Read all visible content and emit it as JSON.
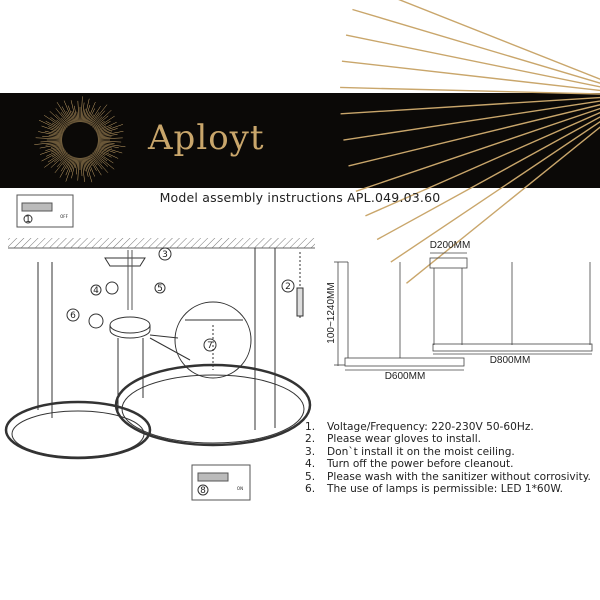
{
  "banner": {
    "brand": "Aployt",
    "background": "#0b0907",
    "accent": "#c9a66b"
  },
  "title": "Model assembly instructions APL.049.03.60",
  "steps": {
    "s1": "1",
    "s2": "2",
    "s3": "3",
    "s4": "4",
    "s5": "5",
    "s6": "6",
    "s7": "7",
    "s8": "8",
    "off": "OFF",
    "on": "ON"
  },
  "dimensions": {
    "canopy": "D200MM",
    "height": "100~1240MM",
    "ring_small": "D600MM",
    "ring_large": "D800MM"
  },
  "instructions": [
    {
      "num": "1.",
      "text": "Voltage/Frequency: 220-230V 50-60Hz."
    },
    {
      "num": "2.",
      "text": "Please wear gloves to install."
    },
    {
      "num": "3.",
      "text": "Don`t install it on the moist ceiling."
    },
    {
      "num": "4.",
      "text": "Turn off the power before cleanout."
    },
    {
      "num": "5.",
      "text": "Please wash with the sanitizer without corrosivity."
    },
    {
      "num": "6.",
      "text": "The use of lamps is permissible: LED 1*60W."
    }
  ]
}
